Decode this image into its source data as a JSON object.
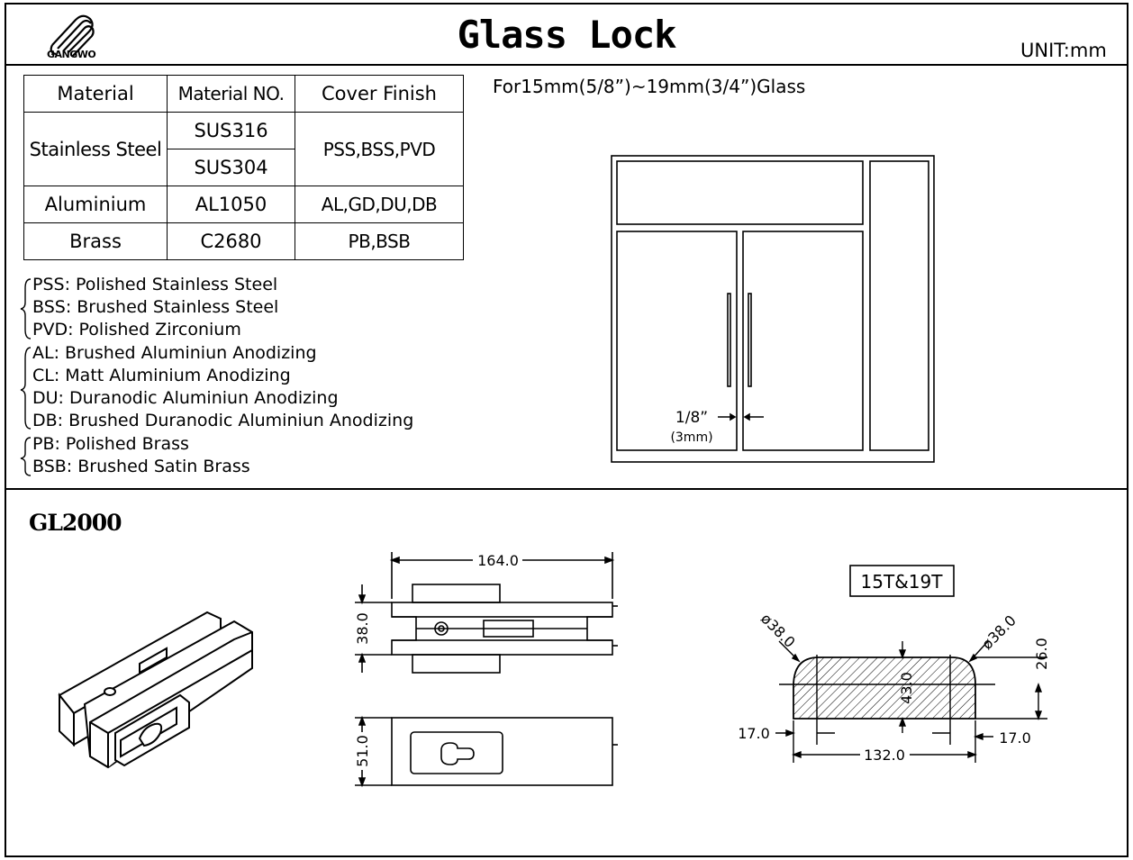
{
  "header": {
    "title": "Glass Lock",
    "unit": "UNIT:mm",
    "logo_text": "GANGWO"
  },
  "materials_table": {
    "columns": [
      "Material",
      "Material NO.",
      "Cover Finish"
    ],
    "rows": [
      {
        "material": "Stainless Steel",
        "numbers": [
          "SUS316",
          "SUS304"
        ],
        "finish": "PSS,BSS,PVD"
      },
      {
        "material": "Aluminium",
        "numbers": [
          "AL1050"
        ],
        "finish": "AL,GD,DU,DB"
      },
      {
        "material": "Brass",
        "numbers": [
          "C2680"
        ],
        "finish": "PB,BSB"
      }
    ]
  },
  "finish_legend": {
    "stainless": [
      "PSS: Polished  Stainless  Steel",
      "BSS: Brushed  Stainless  Steel",
      "PVD: Polished  Zirconium"
    ],
    "aluminium": [
      "AL: Brushed  Aluminiun  Anodizing",
      "CL: Matt  Aluminium  Anodizing",
      "DU: Duranodic  Aluminiun  Anodizing",
      "DB: Brushed  Duranodic  Aluminiun  Anodizing"
    ],
    "brass": [
      "PB: Polished  Brass",
      "BSB: Brushed  Satin  Brass"
    ]
  },
  "glass_note": "For15mm(5/8”)~19mm(3/4”)Glass",
  "door_diagram": {
    "gap_label": "1/8”",
    "gap_sub": "(3mm)"
  },
  "model": "GL2000",
  "dimensions": {
    "front_width": "164.0",
    "front_height": "38.0",
    "bottom_height": "51.0",
    "thickness_tag": "15T&19T",
    "radius_left": "ø38.0",
    "radius_right": "ø38.0",
    "section_height": "43.0",
    "section_right_height": "26.0",
    "section_width": "132.0",
    "offset_left": "17.0",
    "offset_right": "17.0"
  }
}
